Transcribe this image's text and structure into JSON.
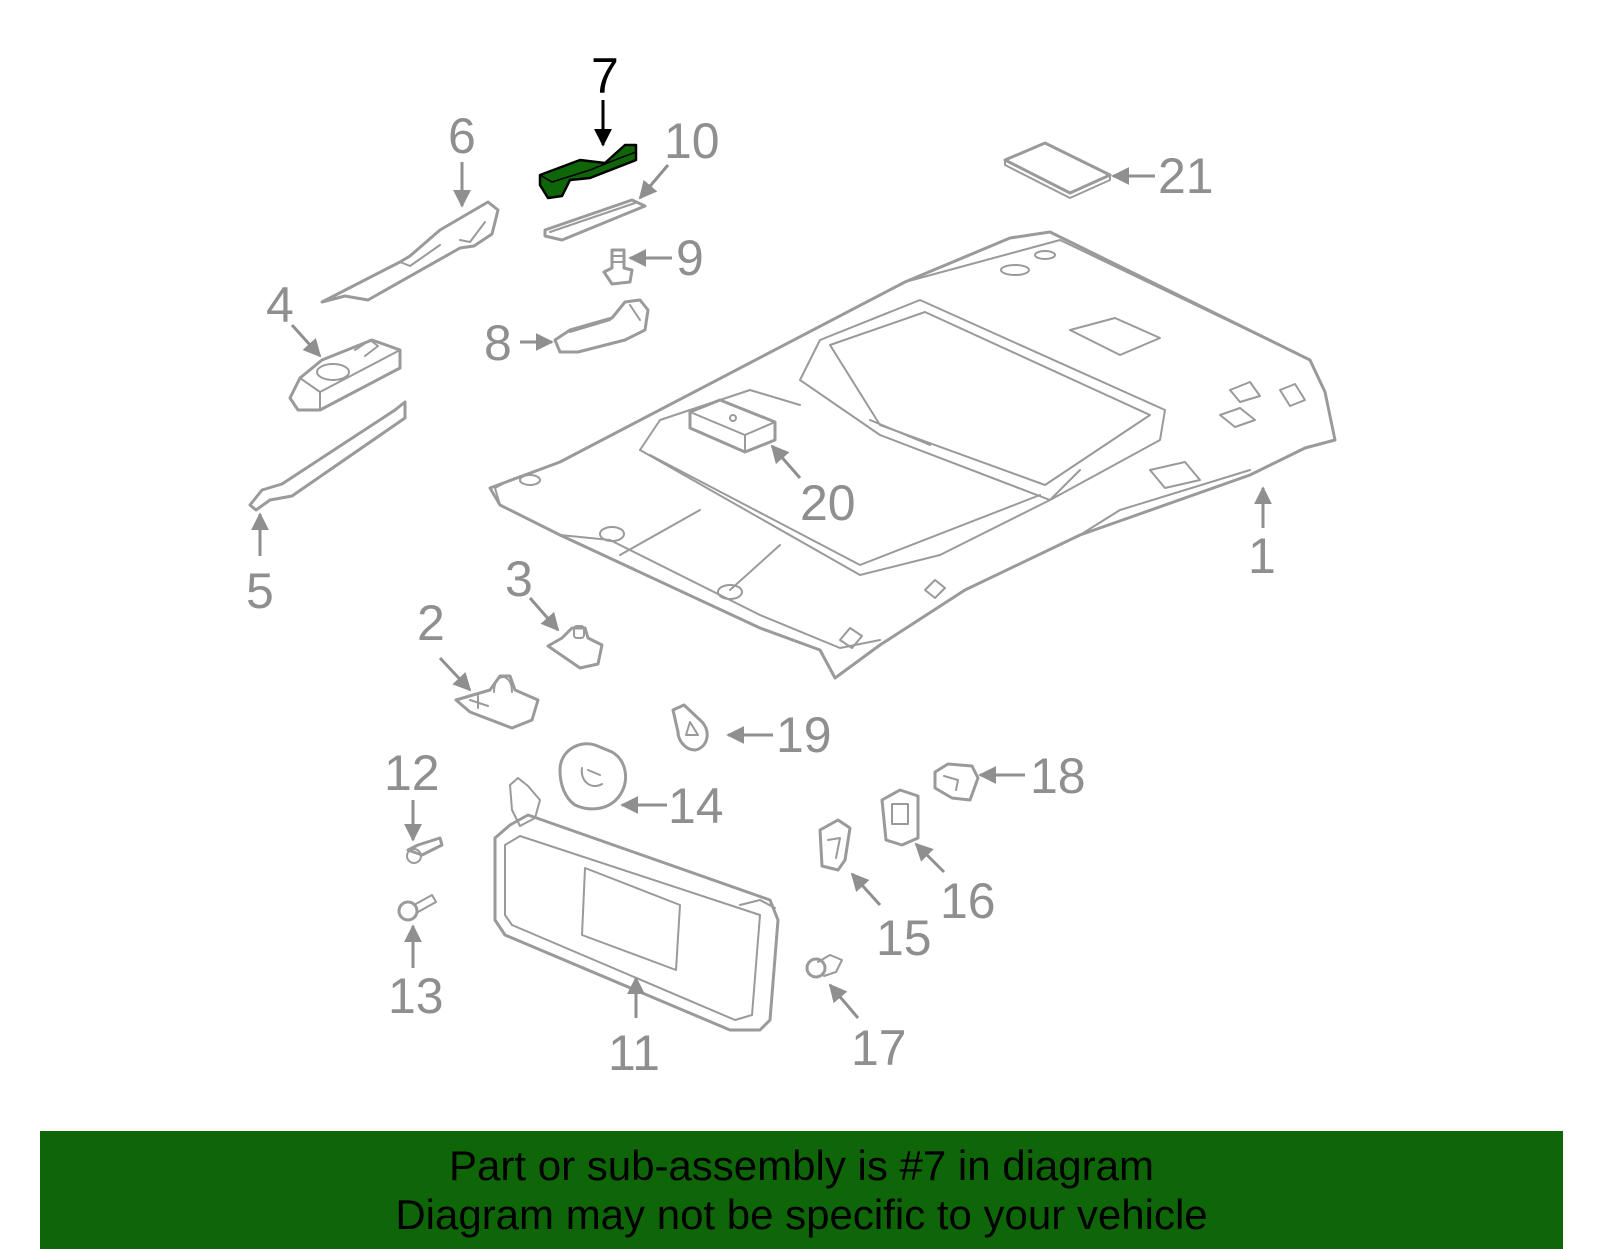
{
  "diagram": {
    "highlight_color": "#0f6608",
    "line_color": "#9a9a9a",
    "callouts": [
      {
        "id": "1",
        "label": "1"
      },
      {
        "id": "2",
        "label": "2"
      },
      {
        "id": "3",
        "label": "3"
      },
      {
        "id": "4",
        "label": "4"
      },
      {
        "id": "5",
        "label": "5"
      },
      {
        "id": "6",
        "label": "6"
      },
      {
        "id": "7",
        "label": "7",
        "highlighted": true
      },
      {
        "id": "8",
        "label": "8"
      },
      {
        "id": "9",
        "label": "9"
      },
      {
        "id": "10",
        "label": "10"
      },
      {
        "id": "11",
        "label": "11"
      },
      {
        "id": "12",
        "label": "12"
      },
      {
        "id": "13",
        "label": "13"
      },
      {
        "id": "14",
        "label": "14"
      },
      {
        "id": "15",
        "label": "15"
      },
      {
        "id": "16",
        "label": "16"
      },
      {
        "id": "17",
        "label": "17"
      },
      {
        "id": "18",
        "label": "18"
      },
      {
        "id": "19",
        "label": "19"
      },
      {
        "id": "20",
        "label": "20"
      },
      {
        "id": "21",
        "label": "21"
      }
    ]
  },
  "banner": {
    "line1": "Part or sub-assembly is #7 in diagram",
    "line2": "Diagram may not be specific to your vehicle",
    "background": "#0f6608"
  }
}
